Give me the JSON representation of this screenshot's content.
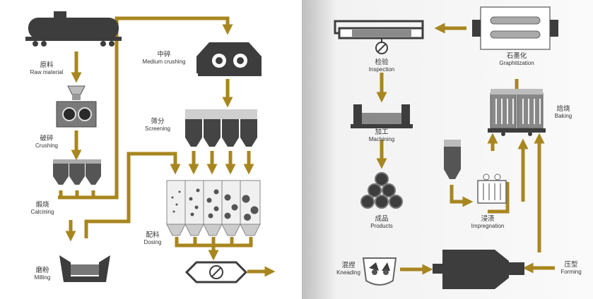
{
  "colors": {
    "arrow": "#a8861f",
    "machine": "#3d3d3d",
    "machine_light": "#8a8a8a",
    "left_bg": "#ffffff",
    "right_bg_edge": "#bdbdbd",
    "right_bg": "#f2f2f2"
  },
  "steps": {
    "raw_material": {
      "zh": "原料",
      "en": "Raw material",
      "icon": "tank-car-icon"
    },
    "crushing": {
      "zh": "破碎",
      "en": "Crushing",
      "icon": "crusher-icon"
    },
    "calcining": {
      "zh": "煅烧",
      "en": "Calcining",
      "icon": "calciner-hoppers-icon"
    },
    "milling": {
      "zh": "磨粉",
      "en": "Milling",
      "icon": "mill-icon"
    },
    "medium_crushing": {
      "zh": "中碎",
      "en": "Medium crushing",
      "icon": "roll-crusher-icon"
    },
    "screening": {
      "zh": "筛分",
      "en": "Screening",
      "icon": "screen-hoppers-icon"
    },
    "dosing": {
      "zh": "配料",
      "en": "Dosing",
      "icon": "dosing-bins-icon"
    },
    "kneading": {
      "zh": "混捏",
      "en": "Kneading",
      "icon": "kneader-icon"
    },
    "forming": {
      "zh": "压型",
      "en": "Forming",
      "icon": "press-icon"
    },
    "baking": {
      "zh": "焙烧",
      "en": "Baking",
      "icon": "furnace-icon"
    },
    "impregnation": {
      "zh": "浸渍",
      "en": "Impregnation",
      "icon": "impregnation-tank-icon"
    },
    "graphitization": {
      "zh": "石墨化",
      "en": "Graphitization",
      "icon": "graphitizing-furnace-icon"
    },
    "inspection": {
      "zh": "检验",
      "en": "Inspection",
      "icon": "inspection-meter-icon"
    },
    "machining": {
      "zh": "加工",
      "en": "Machining",
      "icon": "lathe-icon"
    },
    "products": {
      "zh": "成品",
      "en": "Products",
      "icon": "electrode-stack-icon"
    }
  }
}
